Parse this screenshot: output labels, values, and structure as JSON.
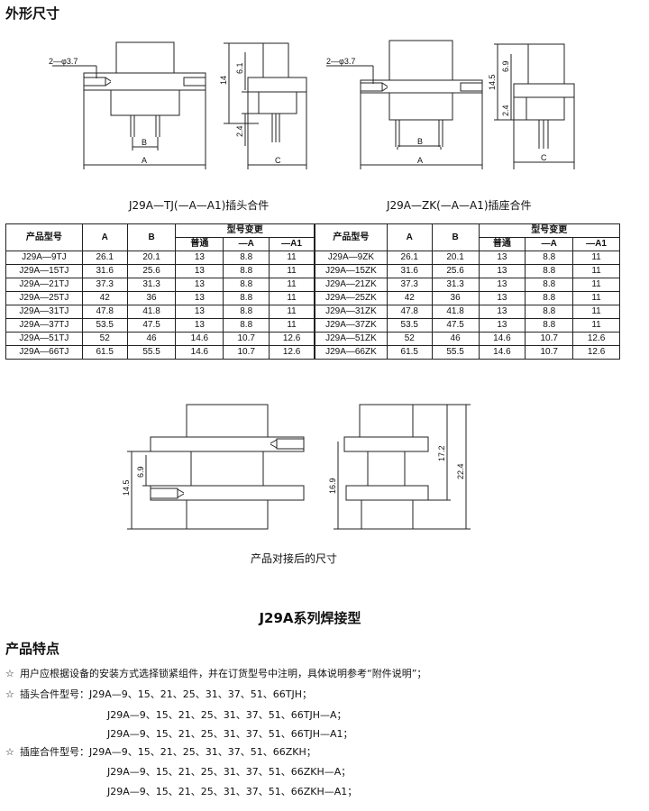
{
  "section_outline": "外形尺寸",
  "figures": {
    "tj": {
      "caption": "J29A—TJ(—A—A1)插头合件",
      "hole_note": "2—φ3.7",
      "dim_a": "A",
      "dim_b": "B",
      "dim_c": "C",
      "height_total": "14",
      "height_upper": "6.1",
      "height_pin": "2.4"
    },
    "zk": {
      "caption": "J29A—ZK(—A—A1)插座合件",
      "hole_note": "2—φ3.7",
      "dim_a": "A",
      "dim_b": "B",
      "dim_c": "C",
      "height_total": "14.5",
      "height_upper": "6.9",
      "height_pin": "2.4"
    },
    "mated": {
      "caption": "产品对接后的尺寸",
      "h_left_outer": "14.5",
      "h_left_inner": "6.9",
      "h_right_inner": "16.9",
      "h_right_mid": "17.2",
      "h_right_outer": "22.4"
    }
  },
  "table_headers": {
    "model": "产品型号",
    "a": "A",
    "b": "B",
    "variant": "型号变更",
    "normal": "普通",
    "minus_a": "—A",
    "minus_a1": "—A1"
  },
  "table_left": [
    [
      "J29A—9TJ",
      "26.1",
      "20.1",
      "13",
      "8.8",
      "11"
    ],
    [
      "J29A—15TJ",
      "31.6",
      "25.6",
      "13",
      "8.8",
      "11"
    ],
    [
      "J29A—21TJ",
      "37.3",
      "31.3",
      "13",
      "8.8",
      "11"
    ],
    [
      "J29A—25TJ",
      "42",
      "36",
      "13",
      "8.8",
      "11"
    ],
    [
      "J29A—31TJ",
      "47.8",
      "41.8",
      "13",
      "8.8",
      "11"
    ],
    [
      "J29A—37TJ",
      "53.5",
      "47.5",
      "13",
      "8.8",
      "11"
    ],
    [
      "J29A—51TJ",
      "52",
      "46",
      "14.6",
      "10.7",
      "12.6"
    ],
    [
      "J29A—66TJ",
      "61.5",
      "55.5",
      "14.6",
      "10.7",
      "12.6"
    ]
  ],
  "table_right": [
    [
      "J29A—9ZK",
      "26.1",
      "20.1",
      "13",
      "8.8",
      "11"
    ],
    [
      "J29A—15ZK",
      "31.6",
      "25.6",
      "13",
      "8.8",
      "11"
    ],
    [
      "J29A—21ZK",
      "37.3",
      "31.3",
      "13",
      "8.8",
      "11"
    ],
    [
      "J29A—25ZK",
      "42",
      "36",
      "13",
      "8.8",
      "11"
    ],
    [
      "J29A—31ZK",
      "47.8",
      "41.8",
      "13",
      "8.8",
      "11"
    ],
    [
      "J29A—37ZK",
      "53.5",
      "47.5",
      "13",
      "8.8",
      "11"
    ],
    [
      "J29A—51ZK",
      "52",
      "46",
      "14.6",
      "10.7",
      "12.6"
    ],
    [
      "J29A—66ZK",
      "61.5",
      "55.5",
      "14.6",
      "10.7",
      "12.6"
    ]
  ],
  "series_title": "J29A系列焊接型",
  "section_features": "产品特点",
  "features": {
    "star": "☆",
    "f1": "用户应根据设备的安装方式选择锁紧组件，并在订货型号中注明，具体说明参考“附件说明”；",
    "f2_label": "插头合件型号：",
    "f2_l1": "J29A—9、15、21、25、31、37、51、66TJH；",
    "f2_l2": "J29A—9、15、21、25、31、37、51、66TJH—A；",
    "f2_l3": "J29A—9、15、21、25、31、37、51、66TJH—A1；",
    "f3_label": "插座合件型号：",
    "f3_l1": "J29A—9、15、21、25、31、37、51、66ZKH；",
    "f3_l2": "J29A—9、15、21、25、31、37、51、66ZKH—A；",
    "f3_l3": "J29A—9、15、21、25、31、37、51、66ZKH—A1；"
  }
}
